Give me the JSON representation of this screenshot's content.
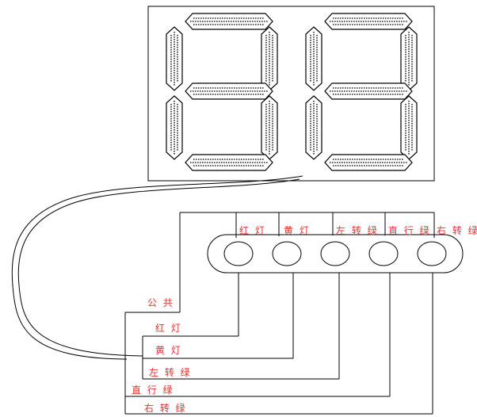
{
  "colors": {
    "label": "#e8312f",
    "line": "#000000",
    "background": "#ffffff"
  },
  "display": {
    "digits": [
      "8",
      "8"
    ]
  },
  "top_labels": [
    "红 灯",
    "黄 灯",
    "左 转 绿",
    "直 行 绿",
    "右 转 绿"
  ],
  "wire_labels": {
    "common": "公 共",
    "red": "红 灯",
    "yellow": "黄 灯",
    "left_green": "左 转 绿",
    "straight_green": "直 行 绿",
    "right_green": "右 转 绿"
  }
}
